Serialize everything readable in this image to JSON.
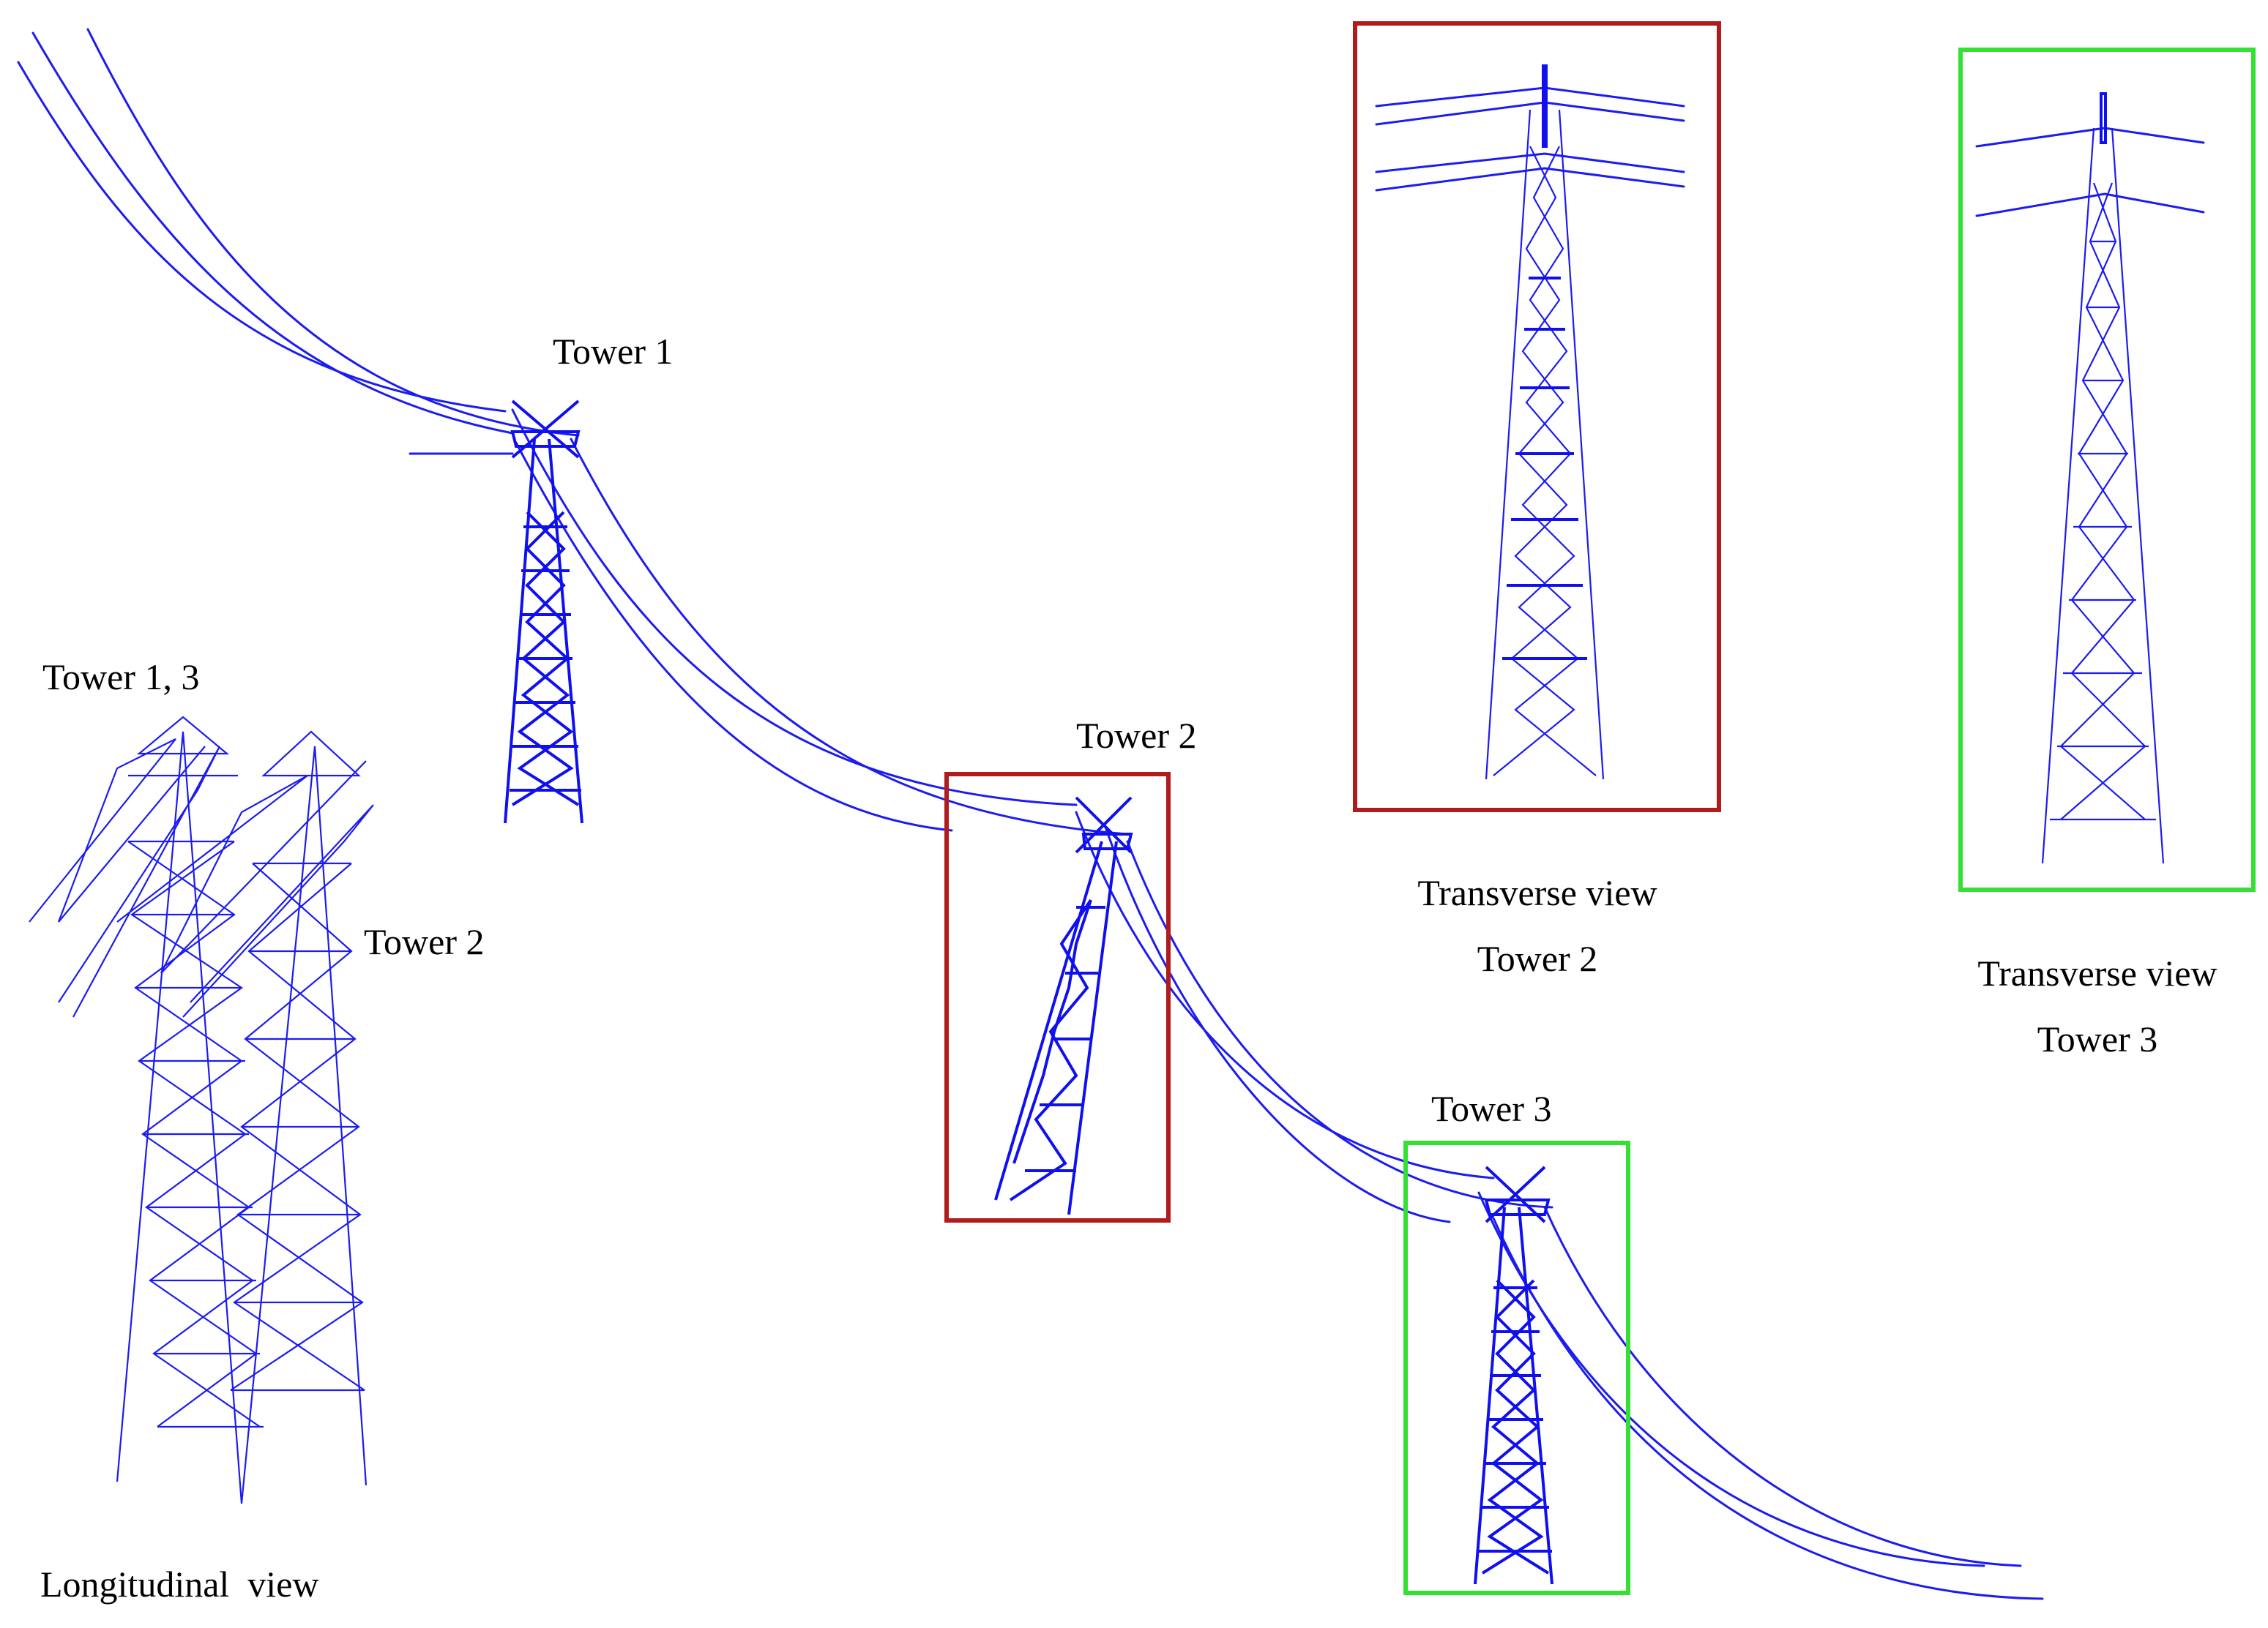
{
  "labels": {
    "tower1": "Tower 1",
    "tower2": "Tower 2",
    "tower3": "Tower 3",
    "long_tower13": "Tower 1, 3",
    "long_tower2": "Tower 2",
    "long_caption": "Longitudinal  view",
    "trans2_line1": "Transverse view",
    "trans2_line2": "Tower 2",
    "trans3_line1": "Transverse view",
    "trans3_line2": "Tower 3"
  },
  "colors": {
    "lines": "#1c1cf0",
    "frame_tower2": "#b01c1c",
    "frame_tower3": "#33e033",
    "text": "#000000",
    "background": "#ffffff"
  }
}
